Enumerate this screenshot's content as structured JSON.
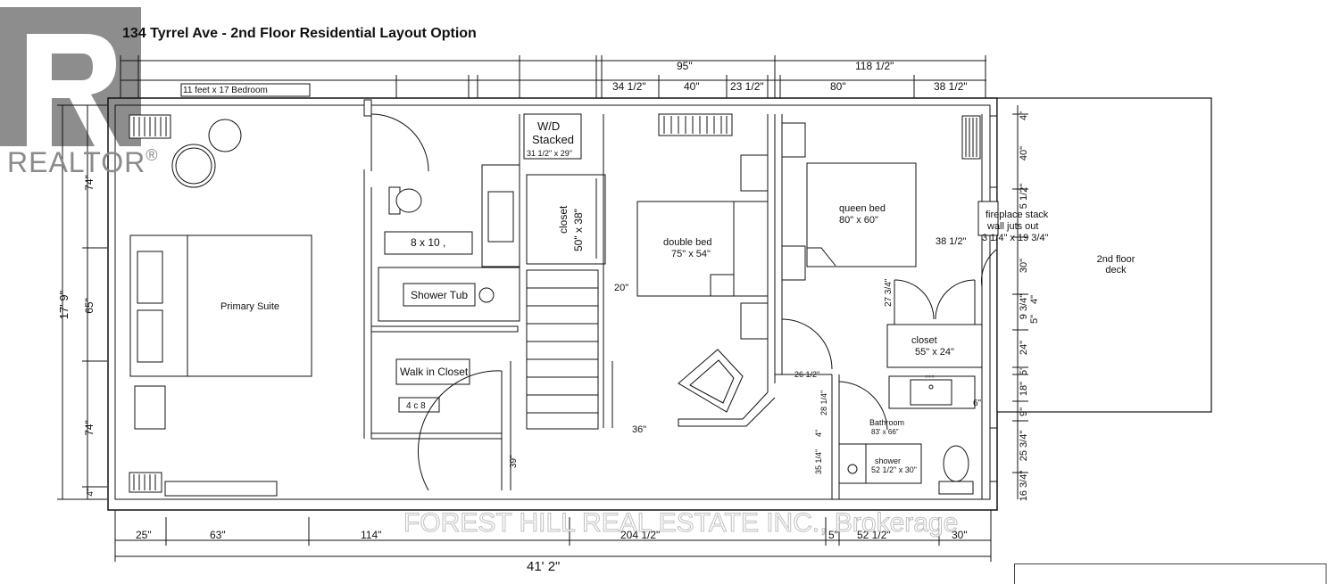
{
  "title": "134 Tyrrel Ave - 2nd Floor Residential Layout Option",
  "logo": {
    "text": "REALTOR",
    "mark": "®",
    "icon": "realtor-r-logo"
  },
  "watermark": "FOREST HILL REAL ESTATE INC., Brokerage",
  "rooms": {
    "primary_suite": "Primary Suite",
    "bedroom_note": "11 feet x 17 Bedroom",
    "wd_line1": "W/D",
    "wd_line2": "Stacked",
    "wd_size": "31 1/2\" x 29\"",
    "bath_box": "8 x 10 ,",
    "shower_tub": "Shower Tub",
    "walk_in_closet": "Walk in Closet",
    "walk_in_size": "4 c 8",
    "closet_vertical": "closet",
    "closet_vertical_size": "50\" x 38\"",
    "double_bed": "double bed",
    "double_bed_size": "75\" x 54\"",
    "queen_bed": "queen bed",
    "queen_bed_size": "80\" x 60\"",
    "closet2": "closet",
    "closet2_size": "55\" x 24\"",
    "bathroom": "Bathroom",
    "bathroom_size": "83' x 66\"",
    "shower": "shower",
    "shower_size": "52 1/2\" x 30\"",
    "fireplace_line1": "fireplace stack",
    "fireplace_line2": "wall juts out",
    "fireplace_size": "3 1/4\" x 19 3/4\"",
    "deck_line1": "2nd floor",
    "deck_line2": "deck"
  },
  "dims_top": {
    "d95": "95\"",
    "d118": "118 1/2\"",
    "d34": "34 1/2\"",
    "d40": "40\"",
    "d23": "23 1/2\"",
    "d80": "80\"",
    "d38": "38 1/2\""
  },
  "dims_bottom": {
    "d25": "25\"",
    "d63": "63\"",
    "d114": "114\"",
    "d204": "204 1/2\"",
    "d5": "5\"",
    "d52": "52 1/2\"",
    "d30": "30\"",
    "total": "41' 2\""
  },
  "dims_left": {
    "h74a": "74\"",
    "h65": "65\"",
    "h74b": "74\"",
    "h4": "4\"",
    "total": "17' 9\""
  },
  "dims_right": {
    "r4": "4\"",
    "r40": "40\"",
    "r5h": "5 1/2\"",
    "r30": "30\"",
    "r9": "9 3/4\"",
    "r4b": "4\"",
    "r5a": "5\"",
    "r24": "24\"",
    "r5b": "5\"",
    "r18": "18\"",
    "r9b": "9\"",
    "r25": "25 3/4\"",
    "r16": "16 3/4\""
  },
  "dims_inner": {
    "d20": "20\"",
    "d36": "36\"",
    "d39": "39\"",
    "d38b": "38 1/2\"",
    "d27": "27 3/4\"",
    "d26": "26 1/2\"",
    "d28": "28 1/4\"",
    "d4": "4\"",
    "d35": "35 1/4\"",
    "d6": "6\""
  }
}
